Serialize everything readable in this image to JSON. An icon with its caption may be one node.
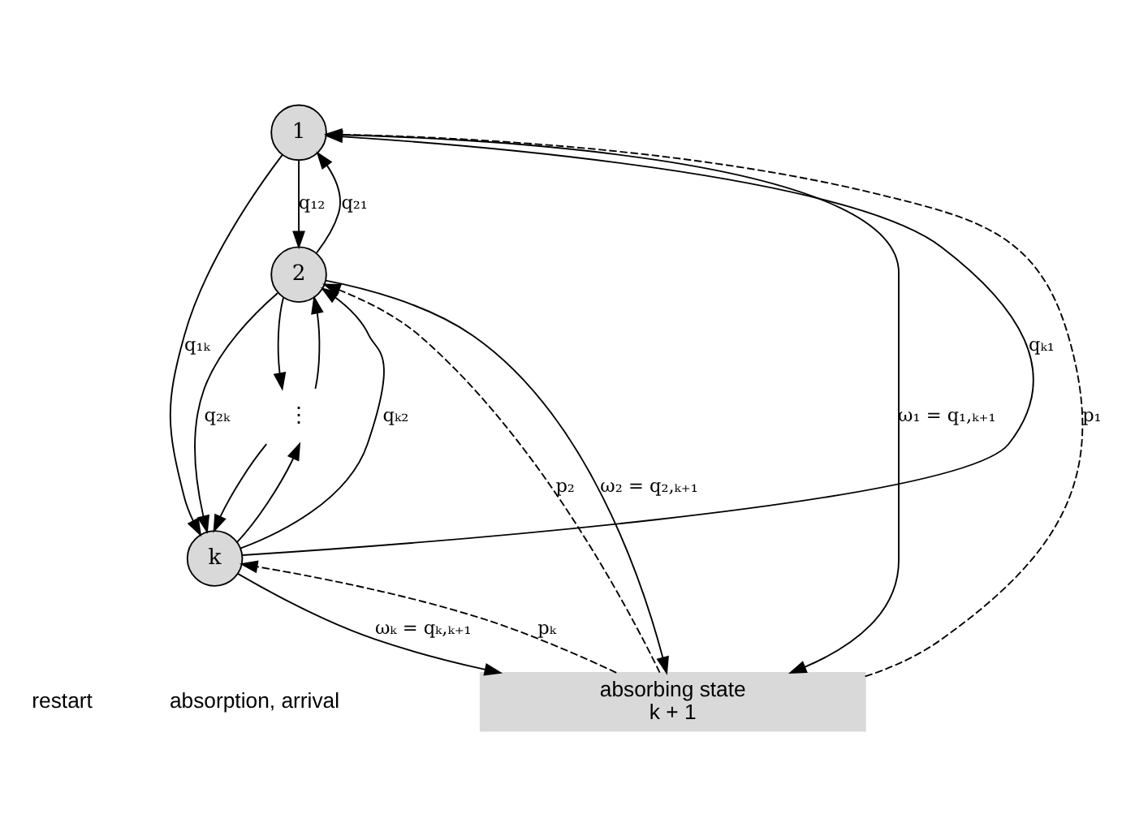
{
  "diagram": {
    "nodes": [
      {
        "text": [
          "1"
        ]
      },
      {
        "text": [
          "2"
        ]
      },
      {
        "text": [
          "⋮"
        ]
      },
      {
        "text": [
          "k"
        ]
      },
      {
        "text": [
          "absorbing state",
          "k + 1"
        ]
      }
    ],
    "edges": [
      {
        "from": 0,
        "to": 1,
        "arrow": "to",
        "label": "q₁₂"
      },
      {
        "from": 1,
        "to": 0,
        "arrow": "to",
        "label": "q₂₁"
      },
      {
        "from": 3,
        "to": 0,
        "arrow": "to",
        "label": "qₖ₁"
      },
      {
        "from": 0,
        "to": 3,
        "arrow": "to",
        "label": "q₁ₖ"
      },
      {
        "from": 1,
        "to": 3,
        "arrow": "to",
        "label": "q₂ₖ"
      },
      {
        "from": 3,
        "to": 1,
        "arrow": "to",
        "label": "qₖ₂"
      },
      {
        "from": 1,
        "to": 2,
        "arrow": "to"
      },
      {
        "from": 2,
        "to": 1,
        "arrow": "to"
      },
      {
        "from": 2,
        "to": 3,
        "arrow": "to"
      },
      {
        "from": 3,
        "to": 2,
        "arrow": "to"
      },
      {
        "from": 4,
        "to": 0,
        "arrow": "to",
        "label": "p₁",
        "style": "dashed"
      },
      {
        "from": 4,
        "to": 1,
        "arrow": "to",
        "label": "p₂",
        "style": "dashed"
      },
      {
        "from": 4,
        "to": 3,
        "arrow": "to",
        "label": "pₖ",
        "style": "dashed"
      },
      {
        "from": 0,
        "to": 4,
        "arrow": "to",
        "label": "ω₁ = q₁,ₖ₊₁"
      },
      {
        "from": 1,
        "to": 4,
        "arrow": "to",
        "label": "ω₂ = q₂,ₖ₊₁"
      },
      {
        "from": 3,
        "to": 4,
        "arrow": "to",
        "label": "ωₖ = qₖ,ₖ₊₁"
      }
    ],
    "labels": [
      "restart",
      "absorption, arrival"
    ]
  }
}
